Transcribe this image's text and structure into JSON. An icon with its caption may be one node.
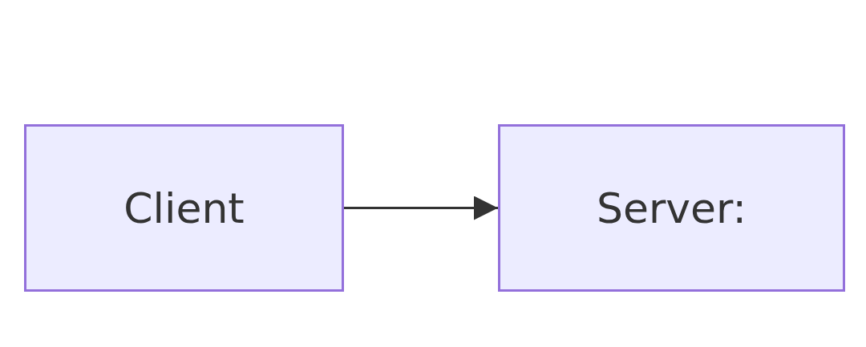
{
  "diagram": {
    "nodes": [
      {
        "text": [
          "Client"
        ]
      },
      {
        "text": [
          "Server:"
        ]
      }
    ],
    "edges": [
      {
        "from": 0,
        "to": 1,
        "arrow": "to"
      }
    ]
  }
}
